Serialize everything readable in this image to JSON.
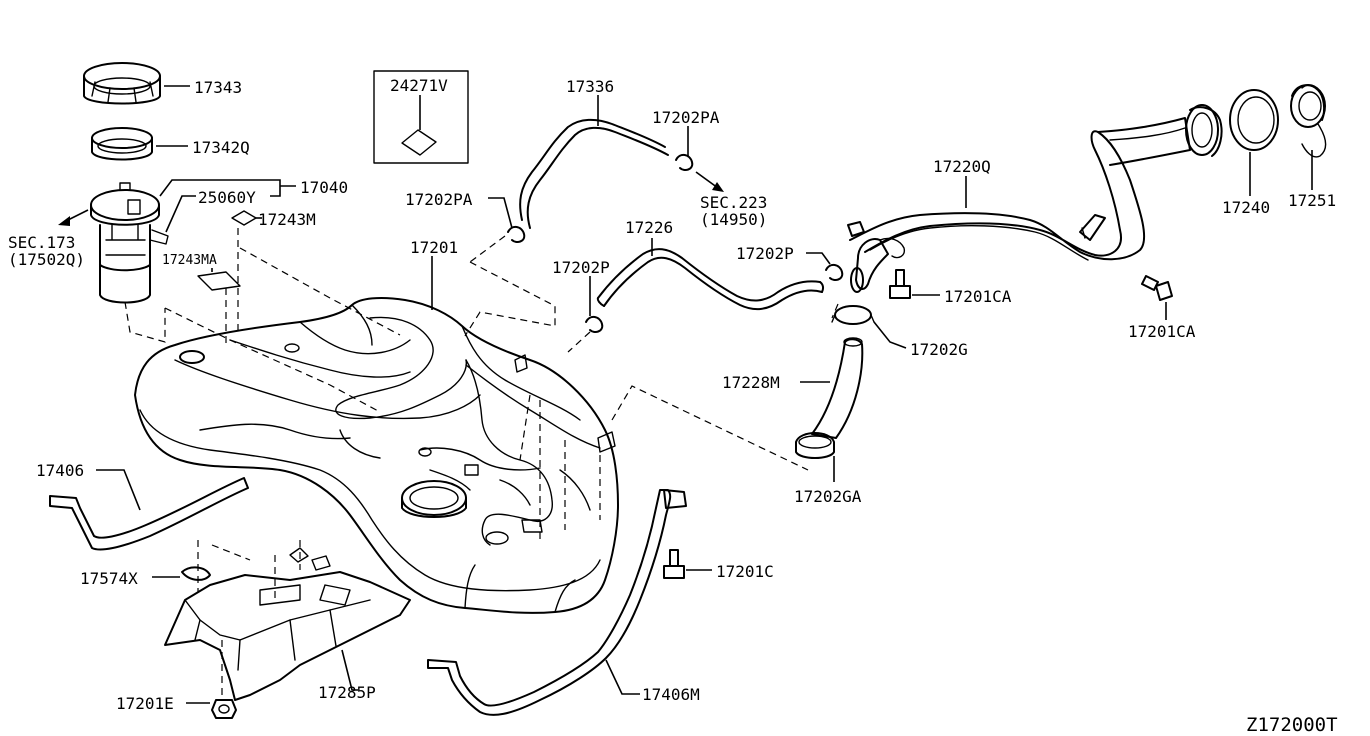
{
  "diagram": {
    "code": "Z172000T",
    "parts": [
      {
        "id": "17343"
      },
      {
        "id": "17342Q"
      },
      {
        "id": "25060Y"
      },
      {
        "id": "17040"
      },
      {
        "id": "17243M"
      },
      {
        "id": "17243MA"
      },
      {
        "id": "24271V"
      },
      {
        "id": "17336"
      },
      {
        "id": "17202PA"
      },
      {
        "id": "17202PA"
      },
      {
        "id": "17201"
      },
      {
        "id": "17226"
      },
      {
        "id": "17202P"
      },
      {
        "id": "17202P"
      },
      {
        "id": "17220Q"
      },
      {
        "id": "17240"
      },
      {
        "id": "17251"
      },
      {
        "id": "17201CA"
      },
      {
        "id": "17201CA"
      },
      {
        "id": "17202G"
      },
      {
        "id": "17228M"
      },
      {
        "id": "17202GA"
      },
      {
        "id": "17406"
      },
      {
        "id": "17574X"
      },
      {
        "id": "17201C"
      },
      {
        "id": "17201E"
      },
      {
        "id": "17285P"
      },
      {
        "id": "17406M"
      }
    ],
    "references": [
      {
        "line1": "SEC.173",
        "line2": "(17502Q)"
      },
      {
        "line1": "SEC.223",
        "line2": "(14950)"
      }
    ]
  }
}
